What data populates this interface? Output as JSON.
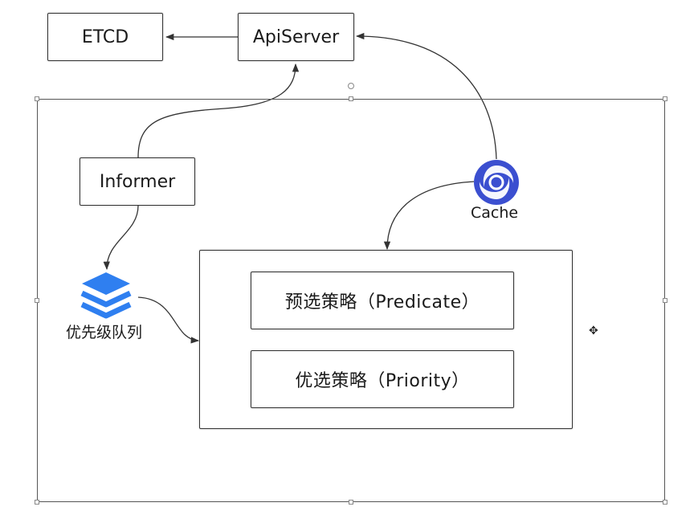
{
  "nodes": {
    "etcd": "ETCD",
    "apiserver": "ApiServer",
    "informer": "Informer",
    "cache": "Cache",
    "queue": "优先级队列",
    "predicate": "预选策略（Predicate）",
    "priority": "优选策略（Priority）"
  },
  "icons": {
    "cache": "cache-swirl-icon",
    "queue": "layers-stack-icon",
    "cursor": "move-cursor-icon"
  },
  "colors": {
    "cache_icon": "#3b4fd0",
    "queue_icon": "#2f7ff0",
    "border": "#333333",
    "frame": "#555555"
  }
}
